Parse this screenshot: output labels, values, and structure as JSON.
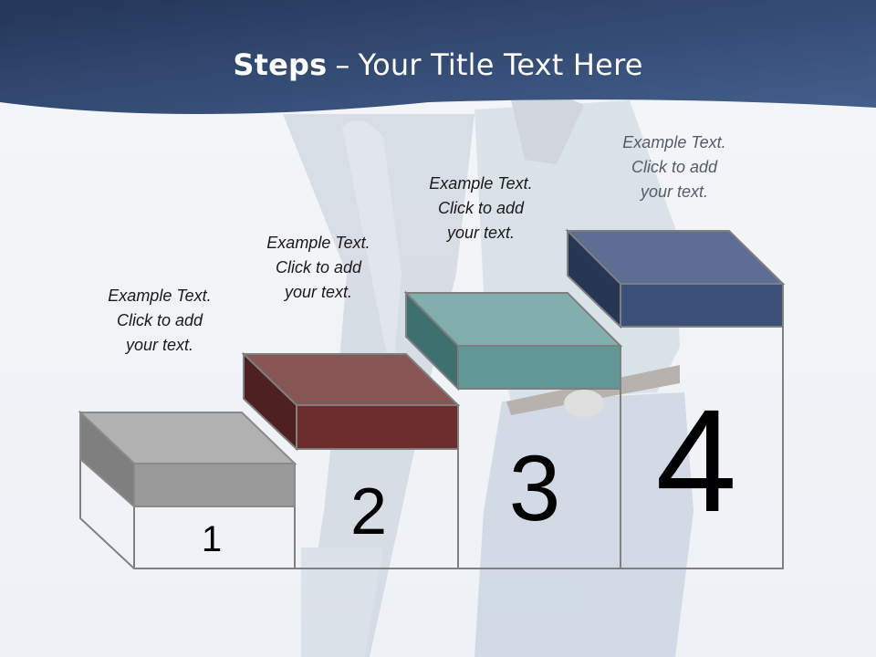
{
  "title": {
    "bold": "Steps",
    "dash": "–",
    "rest": "Your Title Text Here"
  },
  "steps": [
    {
      "number": "1",
      "line1": "Example Text.",
      "line2": "Click  to add",
      "line3": "your text.",
      "color": "#a6a6a6"
    },
    {
      "number": "2",
      "line1": "Example Text.",
      "line2": "Click  to add",
      "line3": "your text.",
      "color": "#7f3836"
    },
    {
      "number": "3",
      "line1": "Example Text.",
      "line2": "Click  to add",
      "line3": "your text.",
      "color": "#679c9c"
    },
    {
      "number": "4",
      "line1": "Example Text.",
      "line2": "Click  to add",
      "line3": "your text.",
      "color": "#3e507a"
    }
  ],
  "colors": {
    "header": "#2a3d63",
    "outline": "#808080"
  }
}
